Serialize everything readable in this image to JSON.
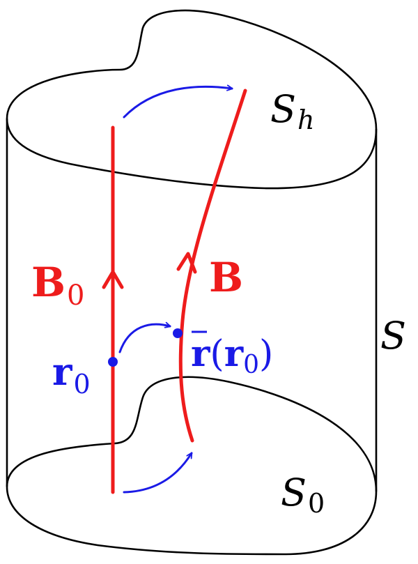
{
  "labels": {
    "s_top": "S",
    "s_top_sub": "h",
    "s_side": "S",
    "s_bottom": "S",
    "s_bottom_sub": "0",
    "b0": "B",
    "b0_sub": "0",
    "b": "B",
    "r0": "r",
    "r0_sub": "0",
    "rbar_r": "r",
    "rbar_open": "(",
    "rbar_inner": "r",
    "rbar_inner_sub": "0",
    "rbar_close": ")"
  },
  "colors": {
    "outline": "#000000",
    "field": "#ee1c1c",
    "map": "#1a1ae6"
  }
}
